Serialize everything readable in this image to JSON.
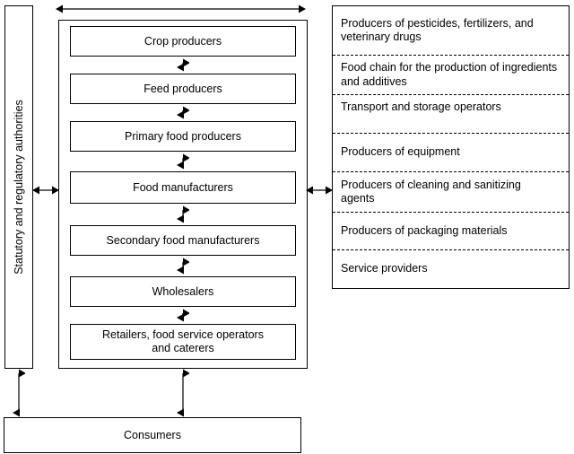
{
  "diagram": {
    "title_text": "",
    "authorities": {
      "label": "Statutory and regulatory authorities"
    },
    "food_chain": {
      "steps": [
        {
          "label": "Crop producers"
        },
        {
          "label": "Feed producers"
        },
        {
          "label": "Primary food producers"
        },
        {
          "label": "Food manufacturers"
        },
        {
          "label": "Secondary food manufacturers"
        },
        {
          "label": "Wholesalers"
        },
        {
          "label": "Retailers, food service operators\nand caterers"
        }
      ]
    },
    "consumers": {
      "label": "Consumers"
    },
    "side_panel": {
      "rows": [
        {
          "label": "Producers of pesticides, fertilizers, and\n veterinary drugs"
        },
        {
          "label": "Food chain for the production of ingredients\nand additives"
        },
        {
          "label": "Transport and storage operators"
        },
        {
          "label": "Producers of equipment"
        },
        {
          "label": "Producers of cleaning and sanitizing\nagents"
        },
        {
          "label": "Producers of packaging materials"
        },
        {
          "label": "Service providers"
        }
      ]
    },
    "colors": {
      "stroke": "#000000",
      "background": "#ffffff"
    }
  }
}
